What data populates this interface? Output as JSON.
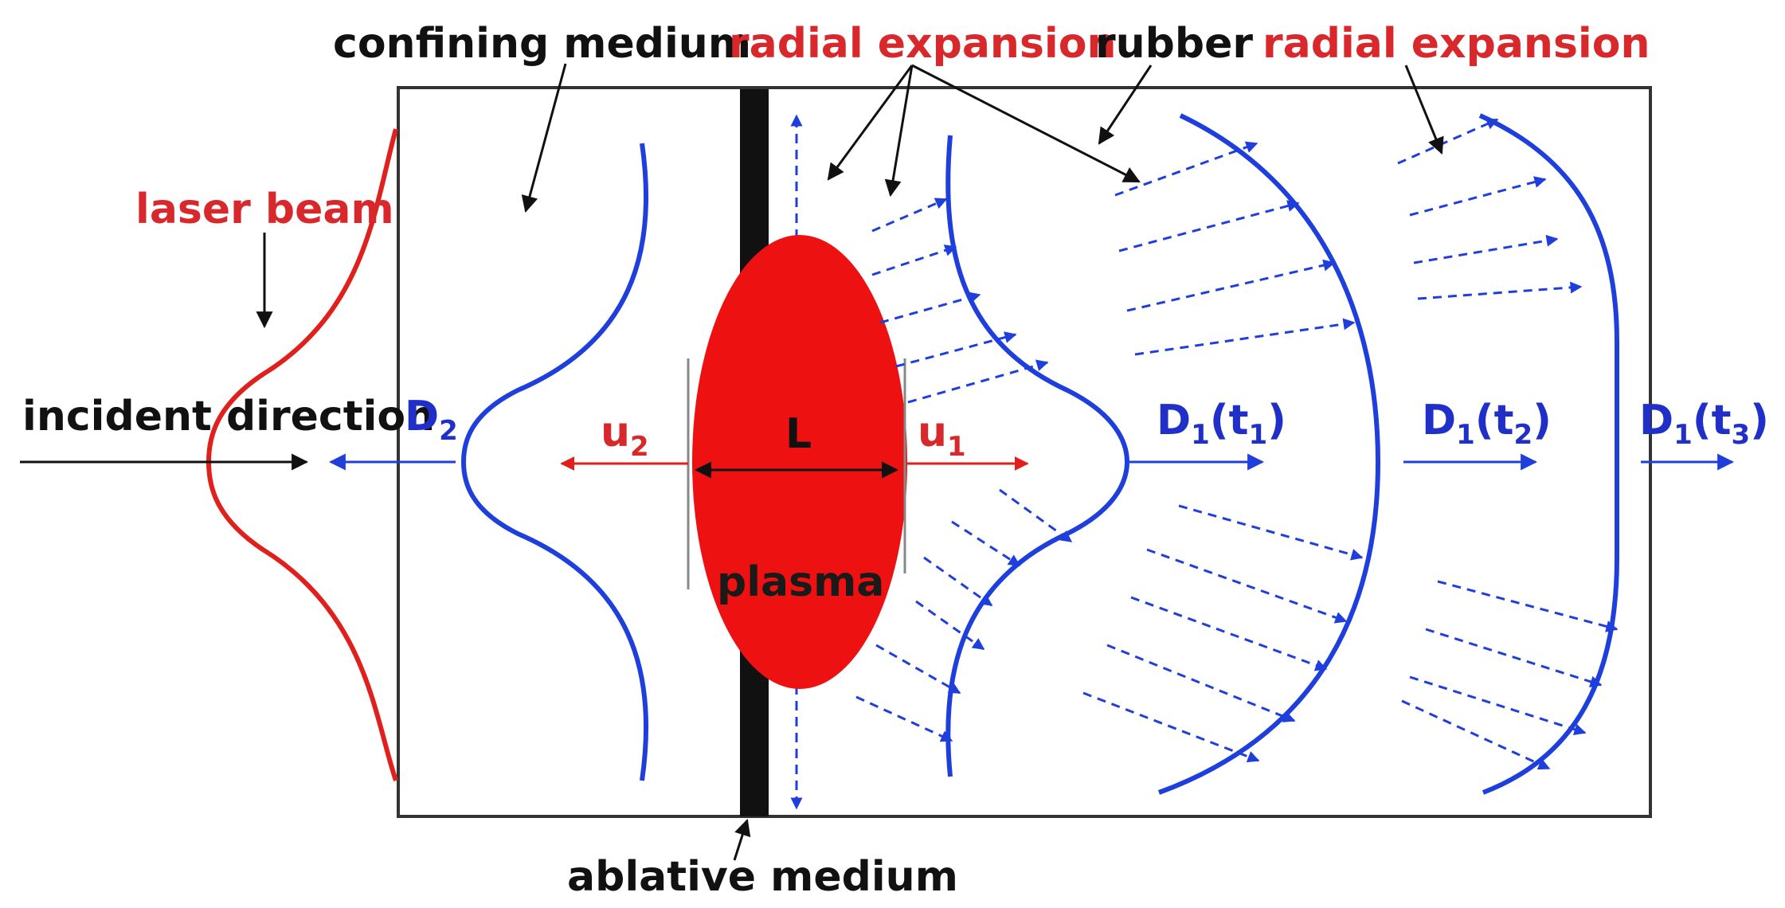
{
  "labels": {
    "confining_medium": "confining medium",
    "radial_expansion_left": "radial expansion",
    "rubber": "rubber",
    "radial_expansion_right": "radial expansion",
    "laser_beam": "laser beam",
    "incident_direction": "incident direction",
    "d2": {
      "main": "D",
      "sub": "2"
    },
    "u2": {
      "main": "u",
      "sub": "2"
    },
    "length": "L",
    "u1": {
      "main": "u",
      "sub": "1"
    },
    "d1_t1": {
      "main": "D",
      "sub": "1",
      "arg_open": "(t",
      "arg_sub": "1",
      "arg_close": ")"
    },
    "d1_t2": {
      "main": "D",
      "sub": "1",
      "arg_open": "(t",
      "arg_sub": "2",
      "arg_close": ")"
    },
    "d1_t3": {
      "main": "D",
      "sub": "1",
      "arg_open": "(t",
      "arg_sub": "3",
      "arg_close": ")"
    },
    "plasma": "plasma",
    "ablative_medium": "ablative medium"
  },
  "colors": {
    "red": "#e0201c",
    "label_red": "#d9282c",
    "blue": "#1f3fdc",
    "label_blue": "#1f2fc8",
    "black": "#111111",
    "gray": "#888888"
  }
}
